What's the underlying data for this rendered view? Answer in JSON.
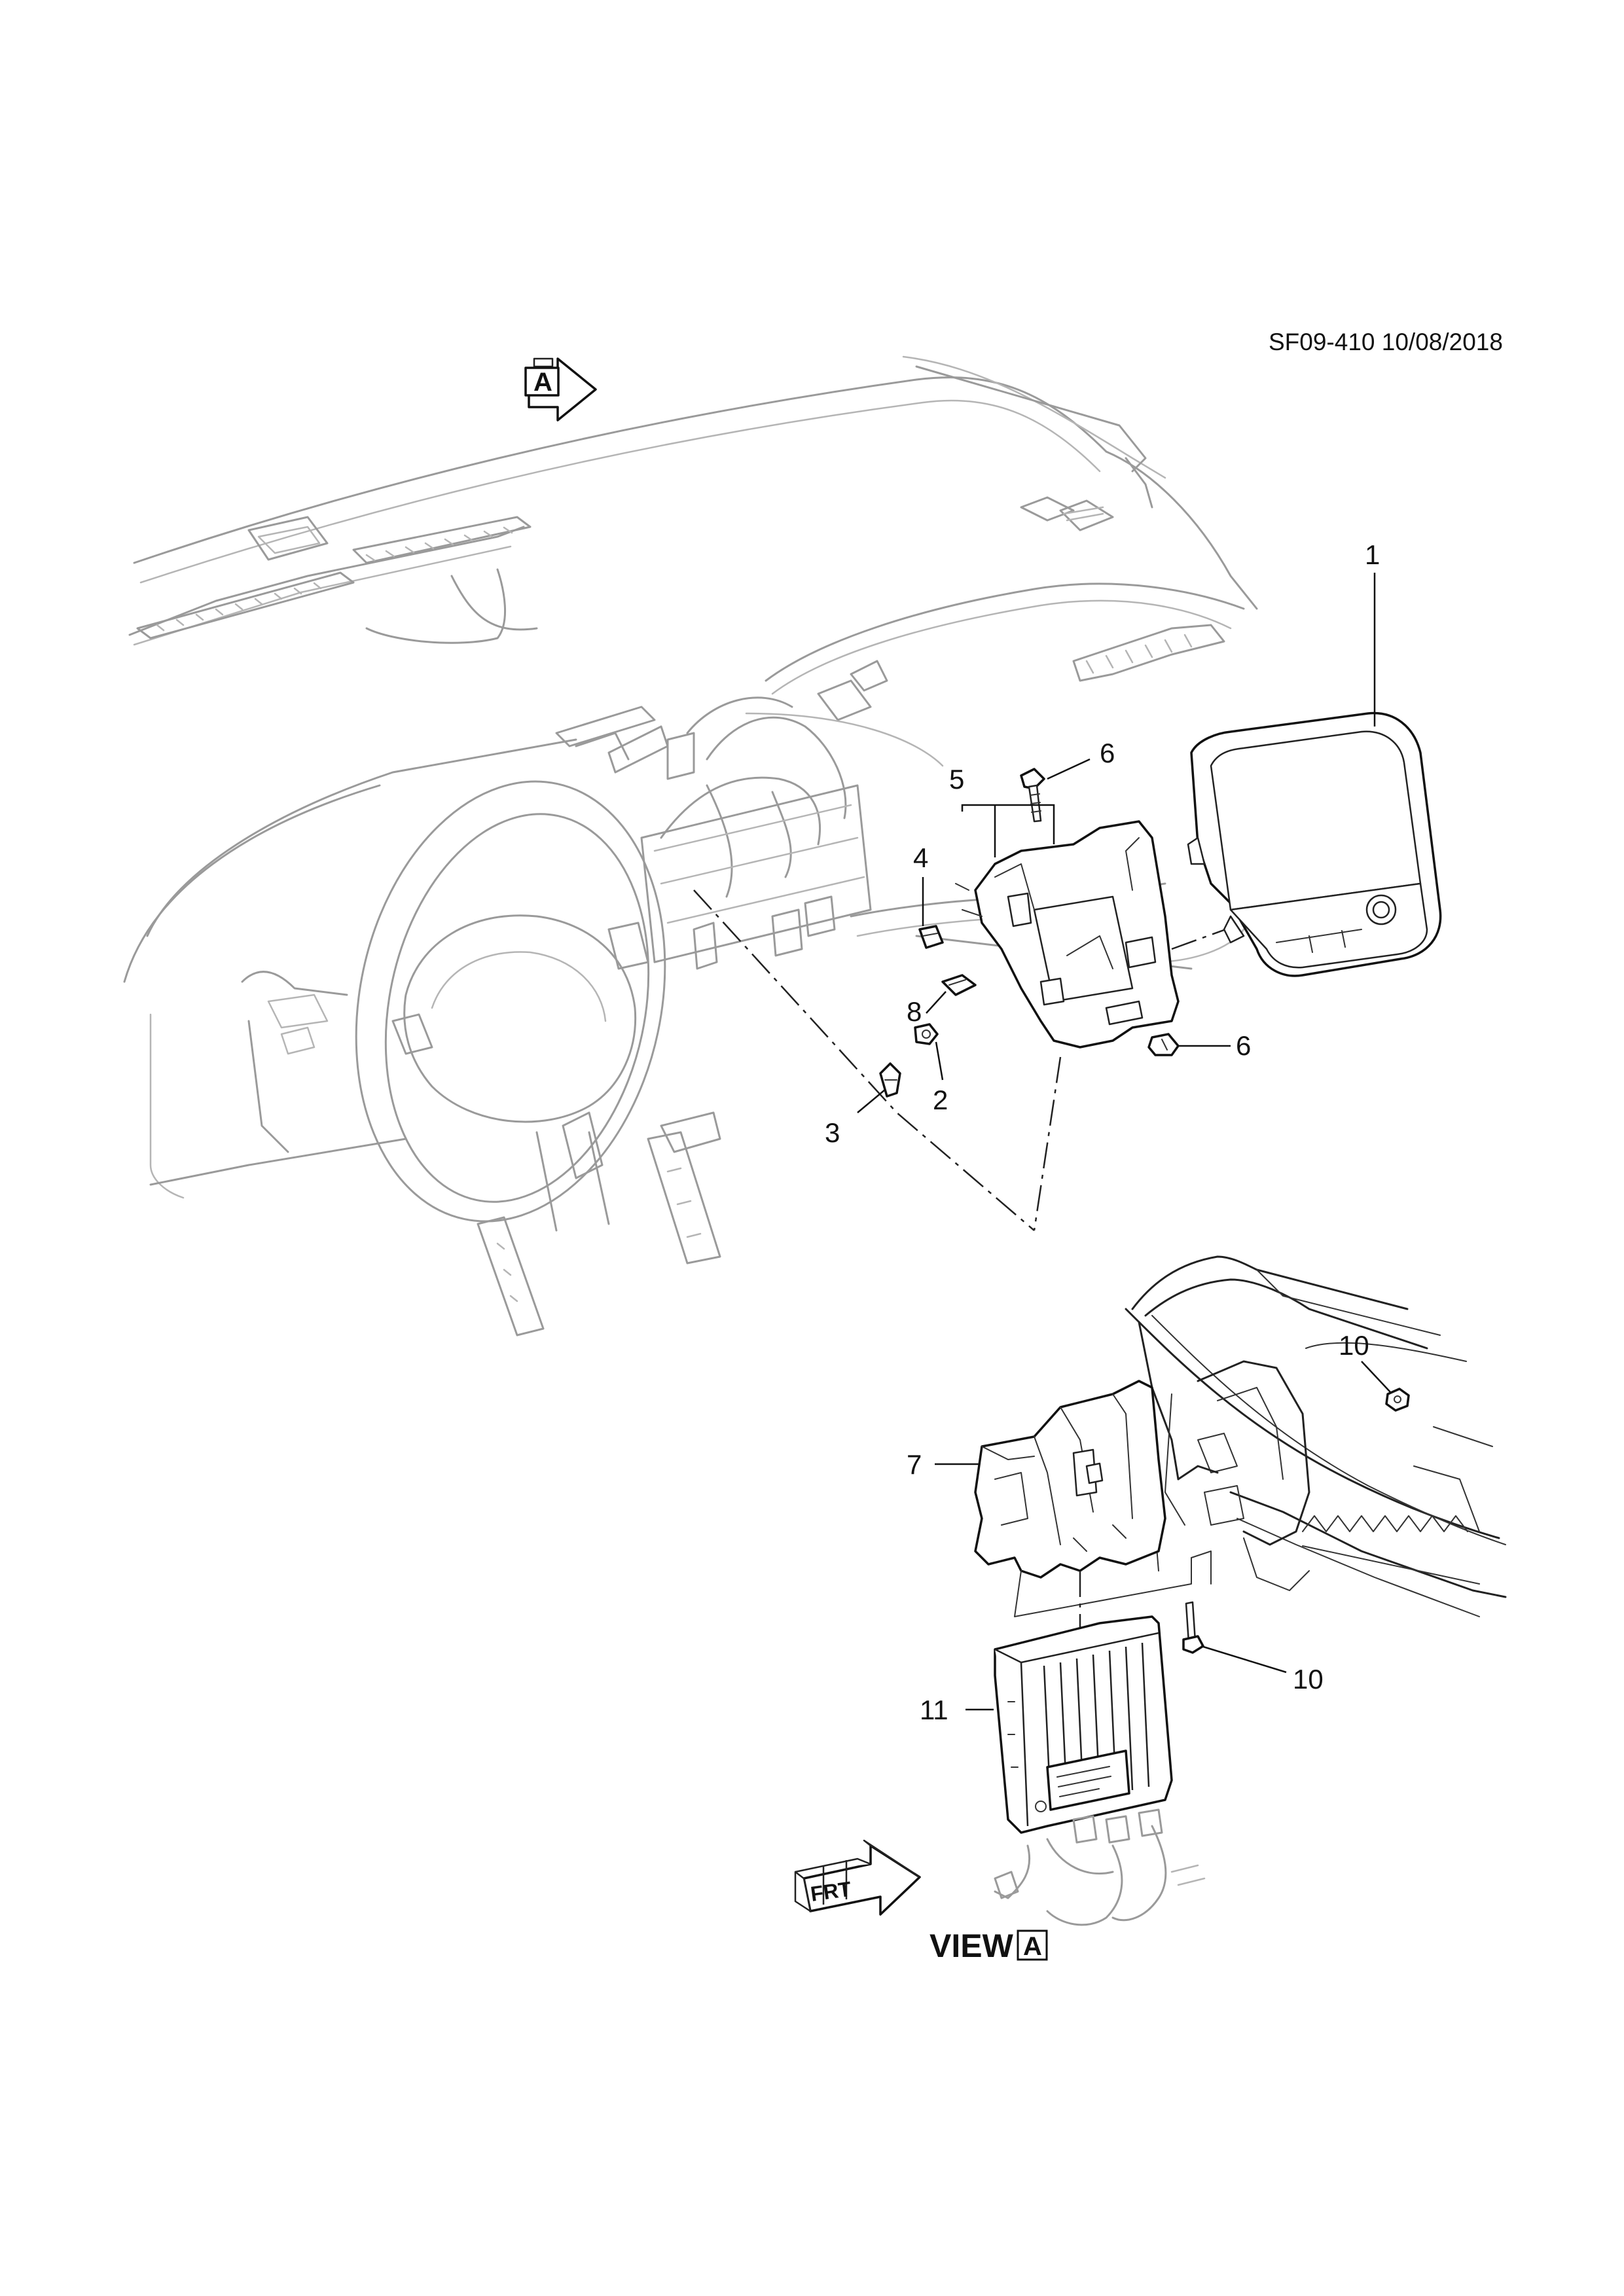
{
  "reference": {
    "code_date": "SF09-410 10/08/2018"
  },
  "view_marker": {
    "letter": "A"
  },
  "callouts": [
    {
      "id": "1",
      "label": "1"
    },
    {
      "id": "2",
      "label": "2"
    },
    {
      "id": "3",
      "label": "3"
    },
    {
      "id": "4",
      "label": "4"
    },
    {
      "id": "5",
      "label": "5"
    },
    {
      "id": "6a",
      "label": "6"
    },
    {
      "id": "6b",
      "label": "6"
    },
    {
      "id": "7",
      "label": "7"
    },
    {
      "id": "8",
      "label": "8"
    },
    {
      "id": "10a",
      "label": "10"
    },
    {
      "id": "10b",
      "label": "10"
    },
    {
      "id": "11",
      "label": "11"
    }
  ],
  "view_a": {
    "title": "VIEW",
    "letter": "A"
  },
  "front_arrow": {
    "text": "FRT"
  },
  "icons": [
    "direction-arrow-icon",
    "front-direction-icon"
  ]
}
